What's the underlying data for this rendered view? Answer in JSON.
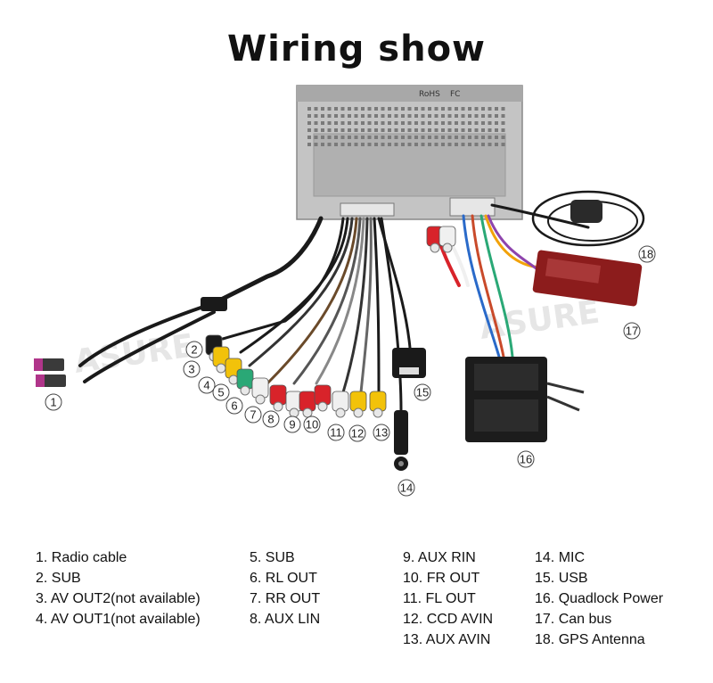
{
  "title": "Wiring show",
  "watermark": "ASURE",
  "unit_labels": {
    "fcc": "FC",
    "rohs": "RoHS"
  },
  "callouts": [
    "1",
    "2",
    "3",
    "4",
    "5",
    "6",
    "7",
    "8",
    "9",
    "10",
    "11",
    "12",
    "13",
    "14",
    "15",
    "16",
    "17",
    "18"
  ],
  "legend": {
    "col1": [
      "1. Radio cable",
      "2. SUB",
      "3. AV OUT2(not available)",
      "4. AV OUT1(not available)"
    ],
    "col2": [
      "5. SUB",
      "6. RL OUT",
      "7. RR OUT",
      "8. AUX LIN"
    ],
    "col3": [
      "9. AUX RIN",
      "10. FR OUT",
      "11. FL OUT",
      "12. CCD AVIN",
      "13. AUX AVIN"
    ],
    "col4": [
      "14. MIC",
      "15. USB",
      "16. Quadlock Power",
      "17. Can bus",
      "18. GPS Antenna"
    ]
  },
  "colors": {
    "yellow": "#f2c20a",
    "white": "#f0f0f0",
    "red": "#d8232a",
    "green": "#2aa876",
    "black": "#1a1a1a",
    "chassis": "#b9b9b9",
    "canbus": "#8c1c1c"
  }
}
